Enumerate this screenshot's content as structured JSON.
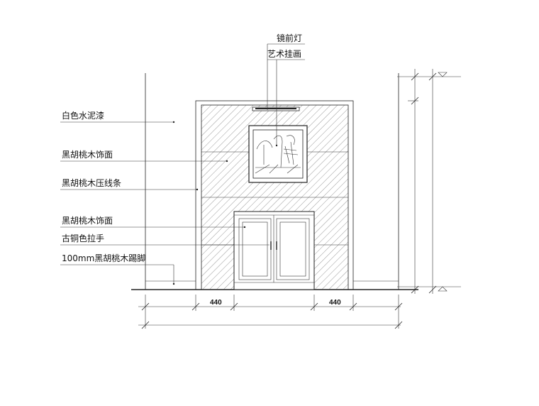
{
  "labels": {
    "mirror_light": "镜前灯",
    "art_painting": "艺术挂画",
    "white_cement_paint": "白色水泥漆",
    "walnut_veneer_1": "黑胡桃木饰面",
    "walnut_molding": "黑胡桃木压线条",
    "walnut_veneer_2": "黑胡桃木饰面",
    "bronze_handle": "古铜色拉手",
    "walnut_skirting": "100mm黑胡桃木踢脚"
  },
  "dimensions": {
    "left_width": "440",
    "right_width": "440"
  }
}
